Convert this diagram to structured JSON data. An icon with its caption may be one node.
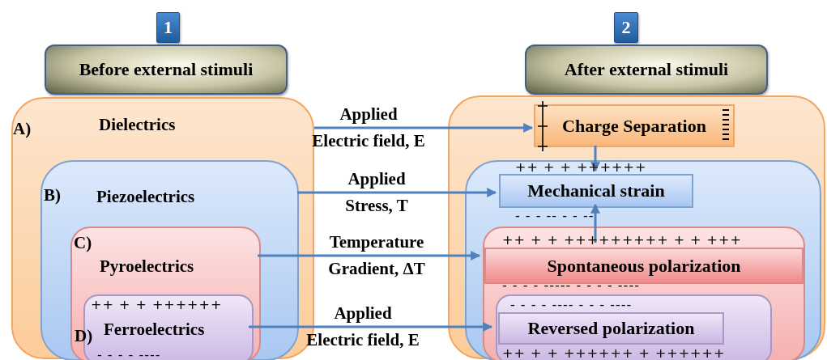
{
  "diagram": {
    "nodes": [
      {
        "text": [
          "1"
        ]
      },
      {
        "text": [
          "Before external stimuli"
        ]
      },
      {
        "text": [
          "2"
        ]
      },
      {
        "text": [
          "After external stimuli"
        ]
      },
      {
        "text": [
          "A)",
          "Dielectrics"
        ]
      },
      {
        "text": [
          "B)",
          "Piezoelectrics"
        ],
        "in": 4
      },
      {
        "text": [
          "C)",
          "Pyroelectrics"
        ],
        "in": 5
      },
      {
        "text": [
          "++ + + ++++++",
          "D)",
          "Ferroelectrics",
          "- - - - ----"
        ],
        "in": 6
      },
      {
        "text": [],
        "shape": "box"
      },
      {
        "text": [
          "Charge Separation"
        ],
        "in": 8
      },
      {
        "text": [],
        "shape": "box",
        "in": 8
      },
      {
        "text": [
          "Mechanical strain"
        ],
        "in": 10,
        "beside": [
          "++ + + ++++++",
          "- - - -- - - --"
        ]
      },
      {
        "text": [],
        "shape": "box",
        "in": 10
      },
      {
        "text": [
          "Spontaneous polarization"
        ],
        "in": 12,
        "beside": [
          "++ + + +++++++++ + + +++",
          "- - - - ----- - - - - ----"
        ]
      },
      {
        "text": [
          "- - - - ---- - - - ----",
          "++ + + ++++++ + ++++++"
        ],
        "in": 12
      },
      {
        "text": [
          "Reversed polarization"
        ],
        "in": 14
      }
    ],
    "edges": [
      {
        "from": 4,
        "to": 9,
        "arrow": "to",
        "label": "Applied Electric field, E"
      },
      {
        "from": 5,
        "to": 11,
        "arrow": "to",
        "label": "Applied Stress, T"
      },
      {
        "from": 6,
        "to": 13,
        "arrow": "to",
        "label": "Temperature Gradient, ΔT"
      },
      {
        "from": 7,
        "to": 15,
        "arrow": "to",
        "label": "Applied Electric field, E"
      },
      {
        "from": 9,
        "to": 11,
        "arrow": "to"
      },
      {
        "from": 13,
        "to": 11,
        "arrow": "to"
      }
    ]
  }
}
